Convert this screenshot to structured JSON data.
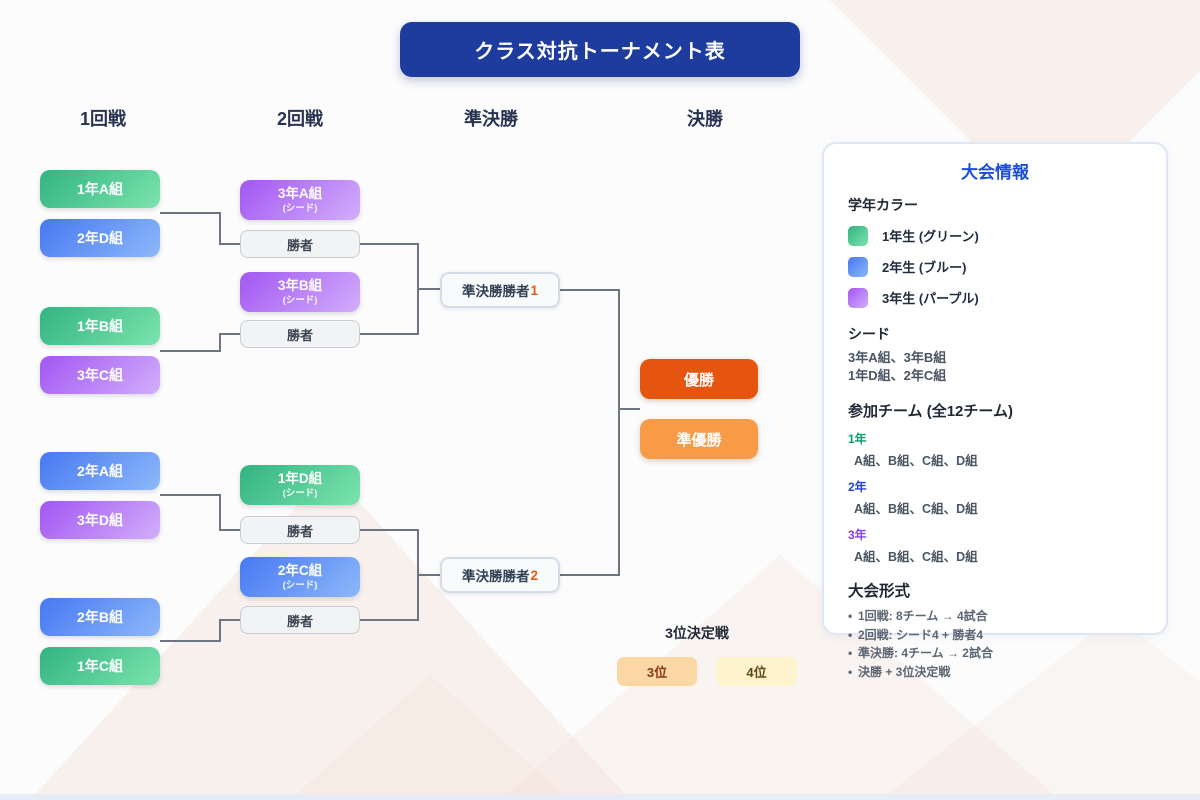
{
  "title": "クラス対抗トーナメント表",
  "columns": {
    "round1": "1回戦",
    "round2": "2回戦",
    "semifinal": "準決勝",
    "final": "決勝"
  },
  "round1": [
    {
      "label": "1年A組",
      "grade": "g1"
    },
    {
      "label": "2年D組",
      "grade": "g2"
    },
    {
      "label": "1年B組",
      "grade": "g1"
    },
    {
      "label": "3年C組",
      "grade": "g3"
    },
    {
      "label": "2年A組",
      "grade": "g2"
    },
    {
      "label": "3年D組",
      "grade": "g3"
    },
    {
      "label": "2年B組",
      "grade": "g2"
    },
    {
      "label": "1年C組",
      "grade": "g1"
    }
  ],
  "round2": [
    {
      "label": "3年A組",
      "sub": "(シード)",
      "grade": "g3"
    },
    {
      "label": "勝者"
    },
    {
      "label": "3年B組",
      "sub": "(シード)",
      "grade": "g3"
    },
    {
      "label": "勝者"
    },
    {
      "label": "1年D組",
      "sub": "(シード)",
      "grade": "g1"
    },
    {
      "label": "勝者"
    },
    {
      "label": "2年C組",
      "sub": "(シード)",
      "grade": "g2"
    },
    {
      "label": "勝者"
    }
  ],
  "semifinals": [
    {
      "label": "準決勝勝者",
      "num": "1"
    },
    {
      "label": "準決勝勝者",
      "num": "2"
    }
  ],
  "final": {
    "champion": "優勝",
    "runner_up": "準優勝"
  },
  "third_place": {
    "title": "3位決定戦",
    "third": "3位",
    "fourth": "4位"
  },
  "info_panel": {
    "title": "大会情報",
    "grade_colors": {
      "heading": "学年カラー",
      "items": [
        {
          "label": "1年生 (グリーン)",
          "grade": "g1"
        },
        {
          "label": "2年生 (ブルー)",
          "grade": "g2"
        },
        {
          "label": "3年生 (パープル)",
          "grade": "g3"
        }
      ]
    },
    "seeds": {
      "heading": "シード",
      "lines": [
        "3年A組、3年B組",
        "1年D組、2年C組"
      ]
    },
    "teams": {
      "heading": "参加チーム (全12チーム)",
      "groups": [
        {
          "grade": "1年",
          "classes": "A組、B組、C組、D組"
        },
        {
          "grade": "2年",
          "classes": "A組、B組、C組、D組"
        },
        {
          "grade": "3年",
          "classes": "A組、B組、C組、D組"
        }
      ]
    },
    "format": {
      "heading": "大会形式",
      "items": [
        "1回戦: 8チーム → 4試合",
        "2回戦: シード4 + 勝者4",
        "準決勝: 4チーム → 2試合",
        "決勝 + 3位決定戦"
      ]
    }
  },
  "colors": {
    "title_bg": "#1d3c9e",
    "grade1_gradient": [
      "#31b481",
      "#7ce3ad"
    ],
    "grade2_gradient": [
      "#4678f2",
      "#8db8f9"
    ],
    "grade3_gradient": [
      "#a256f2",
      "#d2aefb"
    ],
    "champion_bg": "#e65510",
    "runner_up_bg": "#f99a47",
    "third_bg": "#fbd7a5",
    "fourth_bg": "#fdf3cd",
    "connector": "#6e7582",
    "panel_title": "#1d4ed8"
  }
}
